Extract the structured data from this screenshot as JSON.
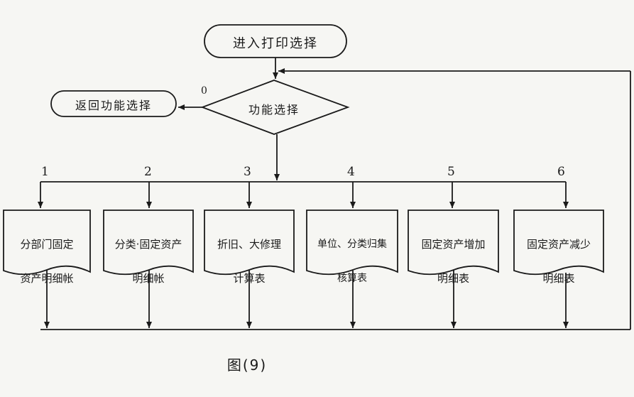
{
  "start": {
    "text": "进入打印选择"
  },
  "return": {
    "text": "返回功能选择"
  },
  "decision": {
    "text": "功能选择",
    "exit_label": "0"
  },
  "branches": [
    {
      "number": "1",
      "line1": "分部门固定",
      "line2": "资产明细帐"
    },
    {
      "number": "2",
      "line1": "分类·固定资产",
      "line2": "明细帐"
    },
    {
      "number": "3",
      "line1": "折旧、大修理",
      "line2": "计算表"
    },
    {
      "number": "4",
      "line1": "单位、分类归集",
      "line2": "核算表"
    },
    {
      "number": "5",
      "line1": "固定资产增加",
      "line2": "明细表"
    },
    {
      "number": "6",
      "line1": "固定资产减少",
      "line2": "明细表"
    }
  ],
  "caption": "图(9)",
  "colors": {
    "ink": "#1a1a1a",
    "paper": "#f6f6f3"
  }
}
